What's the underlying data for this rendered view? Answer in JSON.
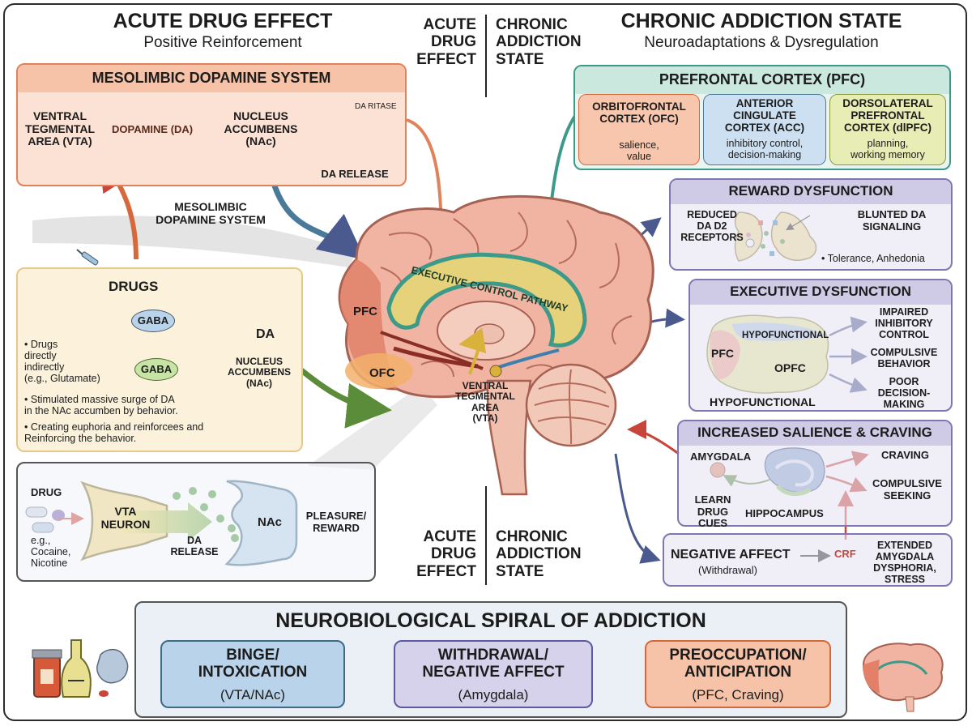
{
  "headers": {
    "left_title": "ACUTE DRUG EFFECT",
    "left_subtitle": "Positive Reinforcement",
    "right_title": "CHRONIC ADDICTION STATE",
    "right_subtitle": "Neuroadaptations & Dysregulation",
    "center_top_left": "ACUTE\nDRUG\nEFFECT",
    "center_top_right": "CHRONIC\nADDICTION\nSTATE",
    "center_bottom_left": "ACUTE\nDRUG\nEFFECT",
    "center_bottom_right": "CHRONIC\nADDICTION\nSTATE"
  },
  "mesolimbic_box": {
    "title": "MESOLIMBIC DOPAMINE SYSTEM",
    "vta": "VENTRAL\nTEGMENTAL\nAREA (VTA)",
    "arrow_label": "DOPAMINE (DA)",
    "nac": "NUCLEUS\nACCUMBENS\n(NAc)",
    "graph_annotation": "DA RITASE",
    "graph_label": "DA RELEASE"
  },
  "mesolimbic_floating_label": "MESOLIMBIC\nDOPAMINE SYSTEM",
  "drugs_box": {
    "drugs_label": "DRUGS",
    "gaba_1": "GABA",
    "gaba_2": "GABA",
    "da": "DA",
    "nac": "NUCLEUS\nACCUMBENS\n(NAc)",
    "bullets": [
      "Drugs\ndirectly\nindirectly\n(e.g., Glutamate)",
      "Stimulated massive surge of DA\nin the NAc accumben by behavior.",
      "Creating euphoria and reinforcees and\nReinforcing the behavior."
    ]
  },
  "neuron_box": {
    "drug": "DRUG",
    "examples": "e.g.,\nCocaine,\nNicotine",
    "vta_neuron": "VTA\nNEURON",
    "da_release": "DA\nRELEASE",
    "nac": "NAc",
    "outcome": "PLEASURE/\nREWARD"
  },
  "brain": {
    "pathway": "EXECUTIVE CONTROL PATHWAY",
    "pfc": "PFC",
    "ofc": "OFC",
    "vta": "VENTRAL\nTEGMENTAL\nAREA\n(VTA)"
  },
  "pfc_box": {
    "title": "PREFRONTAL CORTEX (PFC)",
    "cells": [
      {
        "name": "ORBITOFRONTAL\nCORTEX (OFC)",
        "desc": "salience,\nvalue"
      },
      {
        "name": "ANTERIOR\nCINGULATE\nCORTEX (ACC)",
        "desc": "inhibitory control,\ndecision-making"
      },
      {
        "name": "DORSOLATERAL\nPREFRONTAL\nCORTEX (dlPFC)",
        "desc": "planning,\nworking memory"
      }
    ]
  },
  "reward_box": {
    "title": "REWARD DYSFUNCTION",
    "left": "REDUCED\nDA D2\nRECEPTORS",
    "right": "BLUNTED DA\nSIGNALING",
    "note": "• Tolerance, Anhedonia"
  },
  "exec_box": {
    "title": "EXECUTIVE DYSFUNCTION",
    "pfc": "PFC",
    "hypo_top": "HYPOFUNCTIONAL",
    "opfc": "OPFC",
    "hypo_bottom": "HYPOFUNCTIONAL",
    "outcomes": [
      "IMPAIRED\nINHIBITORY\nCONTROL",
      "COMPULSIVE\nBEHAVIOR",
      "POOR\nDECISION-\nMAKING"
    ]
  },
  "salience_box": {
    "title": "INCREASED SALIENCE & CRAVING",
    "amygdala": "AMYGDALA",
    "learn": "LEARN DRUG\nCUES",
    "hippocampus": "HIPPOCAMPUS",
    "craving": "CRAVING",
    "seeking": "COMPULSIVE\nSEEKING"
  },
  "negative_box": {
    "title": "NEGATIVE AFFECT",
    "sub": "(Withdrawal)",
    "crf": "CRF",
    "right": "EXTENDED\nAMYGDALA\nDYSPHORIA, STRESS"
  },
  "spiral": {
    "title": "NEUROBIOLOGICAL SPIRAL OF ADDICTION",
    "stages": [
      {
        "name": "BINGE/\nINTOXICATION",
        "sub": "(VTA/NAc)"
      },
      {
        "name": "WITHDRAWAL/\nNEGATIVE AFFECT",
        "sub": "(Amygdala)"
      },
      {
        "name": "PREOCCUPATION/\nANTICIPATION",
        "sub": "(PFC, Craving)"
      }
    ]
  },
  "colors": {
    "orange_fill": "#fbe2d4",
    "orange_stroke": "#e0825c",
    "cream_fill": "#fcf2dc",
    "blue_fill": "#eef3f8",
    "teal_stroke": "#3e9a88",
    "lavender_fill": "#e6e3f2",
    "lavender_head": "#cfcbe6",
    "navy_arrow": "#4b5a8e"
  }
}
